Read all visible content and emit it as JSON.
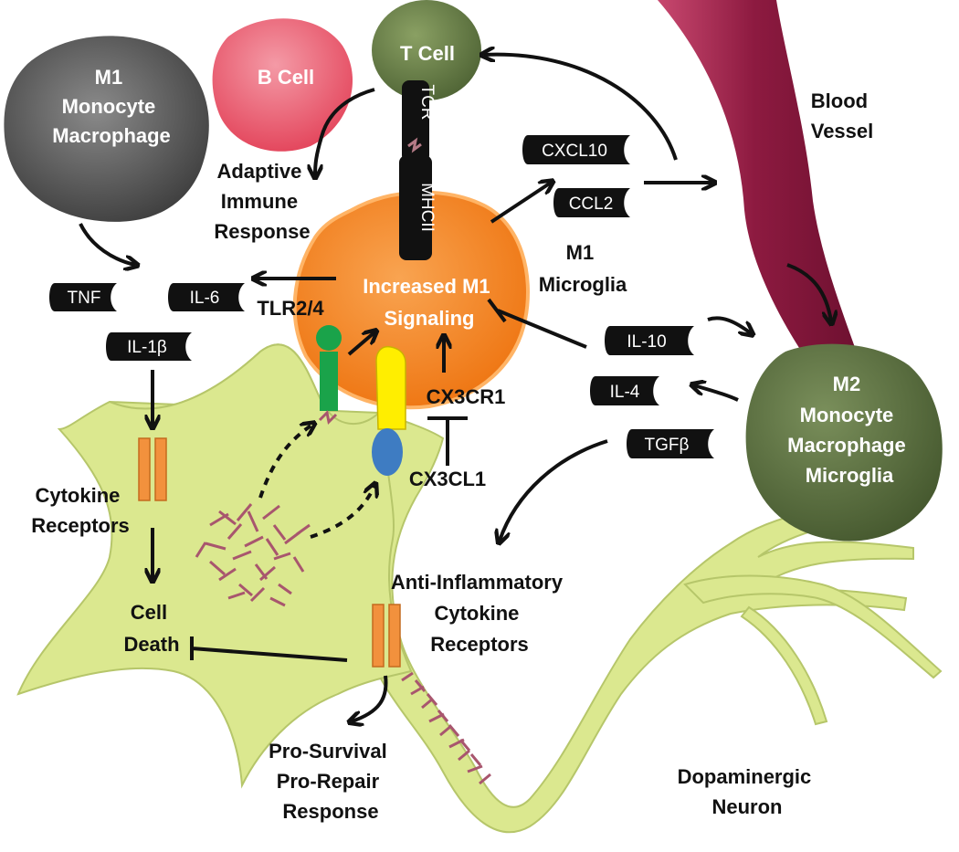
{
  "colors": {
    "neuron": "#dbe88f",
    "neuron_stroke": "#b9c96a",
    "m1_microglia": "#f5841f",
    "m2_cell": "#5e7344",
    "t_cell": "#6b8046",
    "b_cell": "#ee6b7c",
    "m1_monocyte": "#5d5d5d",
    "vessel": "#9b1e48",
    "receptor": "#f2913d",
    "tlr": "#1aa34a",
    "cx3cr1": "#ffee00",
    "cx3cl1": "#3e7cc2",
    "aggregate": "#a8566e",
    "pill": "#111111"
  },
  "cells": {
    "m1_monocyte": [
      "M1",
      "Monocyte",
      "Macrophage"
    ],
    "b_cell": "B Cell",
    "t_cell": "T Cell",
    "m1_microglia_signal": [
      "Increased M1",
      "Signaling"
    ],
    "m1_microglia_label": [
      "M1",
      "Microglia"
    ],
    "m2_cell": [
      "M2",
      "Monocyte",
      "Macrophage",
      "Microglia"
    ],
    "blood_vessel": [
      "Blood",
      "Vessel"
    ],
    "neuron": [
      "Dopaminergic",
      "Neuron"
    ]
  },
  "receptors": {
    "tcr": "TCR",
    "mhcii": "MHCII",
    "tlr": "TLR2/4",
    "cx3cr1": "CX3CR1",
    "cx3cl1": "CX3CL1"
  },
  "cytokines": {
    "tnf": "TNF",
    "il6": "IL-6",
    "il1b": "IL-1β",
    "cxcl10": "CXCL10",
    "ccl2": "CCL2",
    "il10": "IL-10",
    "il4": "IL-4",
    "tgfb": "TGFβ"
  },
  "outcomes": {
    "adaptive": [
      "Adaptive",
      "Immune",
      "Response"
    ],
    "cytokine_receptors": [
      "Cytokine",
      "Receptors"
    ],
    "cell_death": [
      "Cell",
      "Death"
    ],
    "anti_inflammatory": [
      "Anti-Inflammatory",
      "Cytokine",
      "Receptors"
    ],
    "pro_survival": [
      "Pro-Survival",
      "Pro-Repair",
      "Response"
    ]
  }
}
